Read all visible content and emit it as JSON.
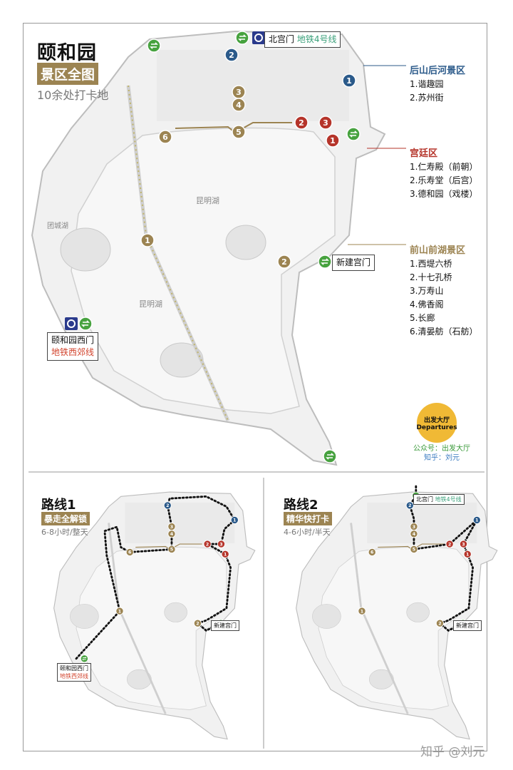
{
  "header": {
    "title": "颐和园",
    "tag": "景区全图",
    "subtitle": "10余处打卡地"
  },
  "colors": {
    "blue": "#2b5a8a",
    "red": "#b5342a",
    "gold": "#9c8452",
    "green": "#47a23f",
    "subway": "#2a3a8c",
    "badge": "#f0b935"
  },
  "lakes": {
    "kunming_1": "昆明湖",
    "kunming_2": "昆明湖",
    "tuancheng": "团城湖"
  },
  "gates": {
    "north": {
      "name": "北宫门",
      "line": "地铁4号线"
    },
    "xinjian": {
      "name": "新建宫门"
    },
    "west": {
      "name": "颐和园西门",
      "line": "地铁西郊线"
    }
  },
  "legend": {
    "back": {
      "title": "后山后河景区",
      "items": [
        "1.谐趣园",
        "2.苏州街"
      ]
    },
    "palace": {
      "title": "宫廷区",
      "items": [
        "1.仁寿殿（前朝）",
        "2.乐寿堂（后宫）",
        "3.德和园（戏楼）"
      ]
    },
    "front": {
      "title": "前山前湖景区",
      "items": [
        "1.西堤六桥",
        "2.十七孔桥",
        "3.万寿山",
        "4.佛香阁",
        "5.长廊",
        "6.清晏舫（石舫）"
      ]
    }
  },
  "markers": [
    {
      "label": "1",
      "zone": "blue"
    },
    {
      "label": "2",
      "zone": "blue"
    },
    {
      "label": "1",
      "zone": "red"
    },
    {
      "label": "2",
      "zone": "red"
    },
    {
      "label": "3",
      "zone": "red"
    },
    {
      "label": "1",
      "zone": "gold"
    },
    {
      "label": "2",
      "zone": "gold"
    },
    {
      "label": "3",
      "zone": "gold"
    },
    {
      "label": "4",
      "zone": "gold"
    },
    {
      "label": "5",
      "zone": "gold"
    },
    {
      "label": "6",
      "zone": "gold"
    }
  ],
  "badge": {
    "cn": "出发大厅",
    "en": "Departures"
  },
  "credit": {
    "wechat": "公众号：出发大厅",
    "zhihu": "知乎：刘元"
  },
  "routes": [
    {
      "title": "路线1",
      "tag": "暴走全解锁",
      "duration": "6-8小时/整天"
    },
    {
      "title": "路线2",
      "tag": "精华快打卡",
      "duration": "4-6小时/半天"
    }
  ],
  "watermark": "知乎 @刘元"
}
